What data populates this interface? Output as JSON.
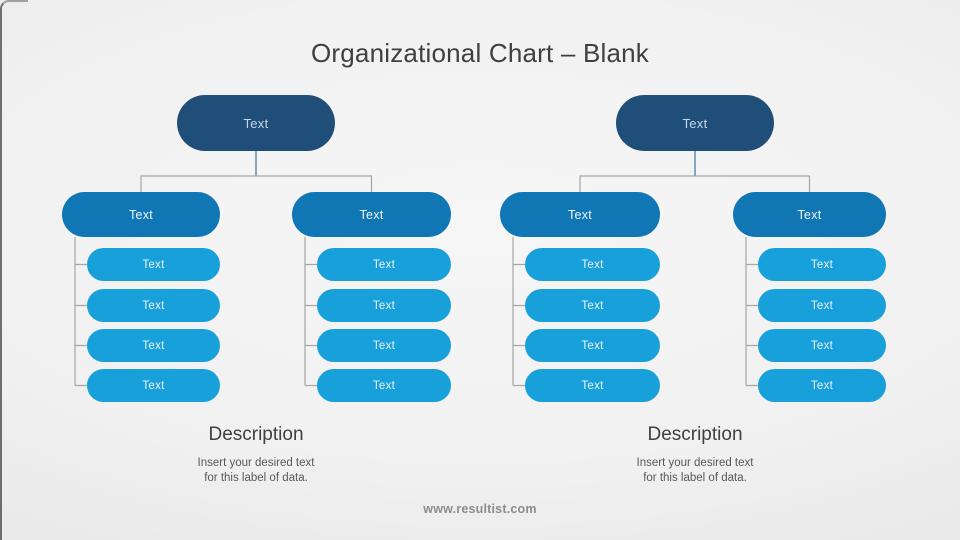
{
  "title": "Organizational Chart – Blank",
  "footer": "www.resultist.com",
  "org": {
    "trees": [
      {
        "root": {
          "label": "Text"
        },
        "branches": [
          {
            "label": "Text",
            "children": [
              {
                "label": "Text"
              },
              {
                "label": "Text"
              },
              {
                "label": "Text"
              },
              {
                "label": "Text"
              }
            ]
          },
          {
            "label": "Text",
            "children": [
              {
                "label": "Text"
              },
              {
                "label": "Text"
              },
              {
                "label": "Text"
              },
              {
                "label": "Text"
              }
            ]
          }
        ]
      },
      {
        "root": {
          "label": "Text"
        },
        "branches": [
          {
            "label": "Text",
            "children": [
              {
                "label": "Text"
              },
              {
                "label": "Text"
              },
              {
                "label": "Text"
              },
              {
                "label": "Text"
              }
            ]
          },
          {
            "label": "Text",
            "children": [
              {
                "label": "Text"
              },
              {
                "label": "Text"
              },
              {
                "label": "Text"
              },
              {
                "label": "Text"
              }
            ]
          }
        ]
      }
    ]
  },
  "descriptions": [
    {
      "heading": "Description",
      "body_line1": "Insert your desired text",
      "body_line2": "for this label of data."
    },
    {
      "heading": "Description",
      "body_line1": "Insert your desired text",
      "body_line2": "for this label of data."
    }
  ],
  "colors": {
    "level1_fill": "#1F4E79",
    "level2_fill": "#1177B4",
    "level3_fill": "#18A0DB",
    "level1_text": "#C9D8E9",
    "node_text": "#ECF5FB",
    "connector": "#A6A6A6",
    "stem": "#46809F",
    "title_text": "#3F3F3F",
    "description_heading": "#404040",
    "description_body": "#595959",
    "footer_text": "#8C8C8C"
  }
}
